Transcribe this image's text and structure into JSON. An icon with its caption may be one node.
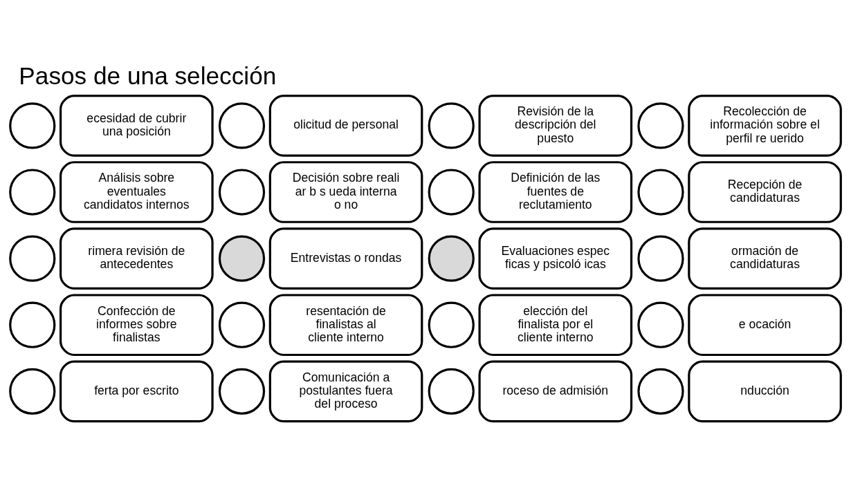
{
  "diagram": {
    "title": "Pasos de una selección",
    "nodes": [
      {
        "text": [],
        "shape": "circle"
      },
      {
        "text": [
          "ecesidad de cubrir una posición"
        ]
      },
      {
        "text": [],
        "shape": "circle"
      },
      {
        "text": [
          "olicitud de personal"
        ]
      },
      {
        "text": [],
        "shape": "circle"
      },
      {
        "text": [
          "Revisión de la descripción del puesto"
        ]
      },
      {
        "text": [],
        "shape": "circle"
      },
      {
        "text": [
          "Recolección de información sobre el perfil re uerido"
        ]
      },
      {
        "text": [],
        "shape": "circle"
      },
      {
        "text": [
          "Análisis sobre eventuales candidatos internos"
        ]
      },
      {
        "text": [],
        "shape": "circle"
      },
      {
        "text": [
          "Decisión sobre reali ar b s ueda interna o no"
        ]
      },
      {
        "text": [],
        "shape": "circle"
      },
      {
        "text": [
          "Definición de las fuentes de reclutamiento"
        ]
      },
      {
        "text": [],
        "shape": "circle"
      },
      {
        "text": [
          "Recepción de candidaturas"
        ]
      },
      {
        "text": [],
        "shape": "circle"
      },
      {
        "text": [
          "rimera revisión de antecedentes"
        ]
      },
      {
        "text": [],
        "shape": "circle"
      },
      {
        "text": [
          "Entrevistas o rondas"
        ]
      },
      {
        "text": [],
        "shape": "circle"
      },
      {
        "text": [
          "Evaluaciones espec ficas y psicoló icas"
        ]
      },
      {
        "text": [],
        "shape": "circle"
      },
      {
        "text": [
          "ormación de candidaturas"
        ]
      },
      {
        "text": [],
        "shape": "circle"
      },
      {
        "text": [
          "Confección de informes sobre finalistas"
        ]
      },
      {
        "text": [],
        "shape": "circle"
      },
      {
        "text": [
          "resentación de finalistas al cliente interno"
        ]
      },
      {
        "text": [],
        "shape": "circle"
      },
      {
        "text": [
          "elección del finalista por el cliente interno"
        ]
      },
      {
        "text": [],
        "shape": "circle"
      },
      {
        "text": [
          "e ocación"
        ]
      },
      {
        "text": [],
        "shape": "circle"
      },
      {
        "text": [
          "ferta por escrito"
        ]
      },
      {
        "text": [],
        "shape": "circle"
      },
      {
        "text": [
          "Comunicación a postulantes fuera del proceso"
        ]
      },
      {
        "text": [],
        "shape": "circle"
      },
      {
        "text": [
          "roceso de admisión"
        ]
      },
      {
        "text": [],
        "shape": "circle"
      },
      {
        "text": [
          "nducción"
        ]
      }
    ]
  }
}
